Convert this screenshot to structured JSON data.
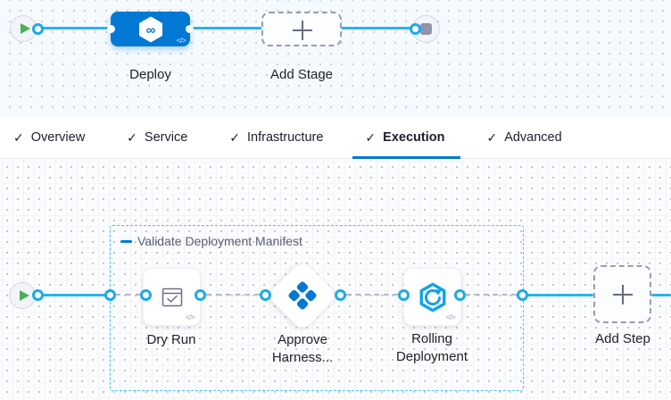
{
  "ui": {
    "check_glyph": "✓",
    "code_glyph": "</>",
    "infinity_glyph": "∞"
  },
  "colors": {
    "primary_blue": "#0278d5",
    "connector_blue": "#2bb2f0",
    "group_border_cyan": "#46c7ee",
    "play_green": "#4caf50",
    "stop_gray": "#9193a8"
  },
  "top_pipeline": {
    "stage_label": "Deploy",
    "add_stage_label": "Add Stage"
  },
  "tabs": [
    {
      "label": "Overview"
    },
    {
      "label": "Service"
    },
    {
      "label": "Infrastructure"
    },
    {
      "label": "Execution"
    },
    {
      "label": "Advanced"
    }
  ],
  "active_tab": "Execution",
  "execution": {
    "group_label": "Validate Deployment Manifest",
    "steps": [
      {
        "label": "Dry Run"
      },
      {
        "label": "Approve Harness..."
      },
      {
        "label": "Rolling Deployment"
      }
    ],
    "add_step_label": "Add Step"
  }
}
